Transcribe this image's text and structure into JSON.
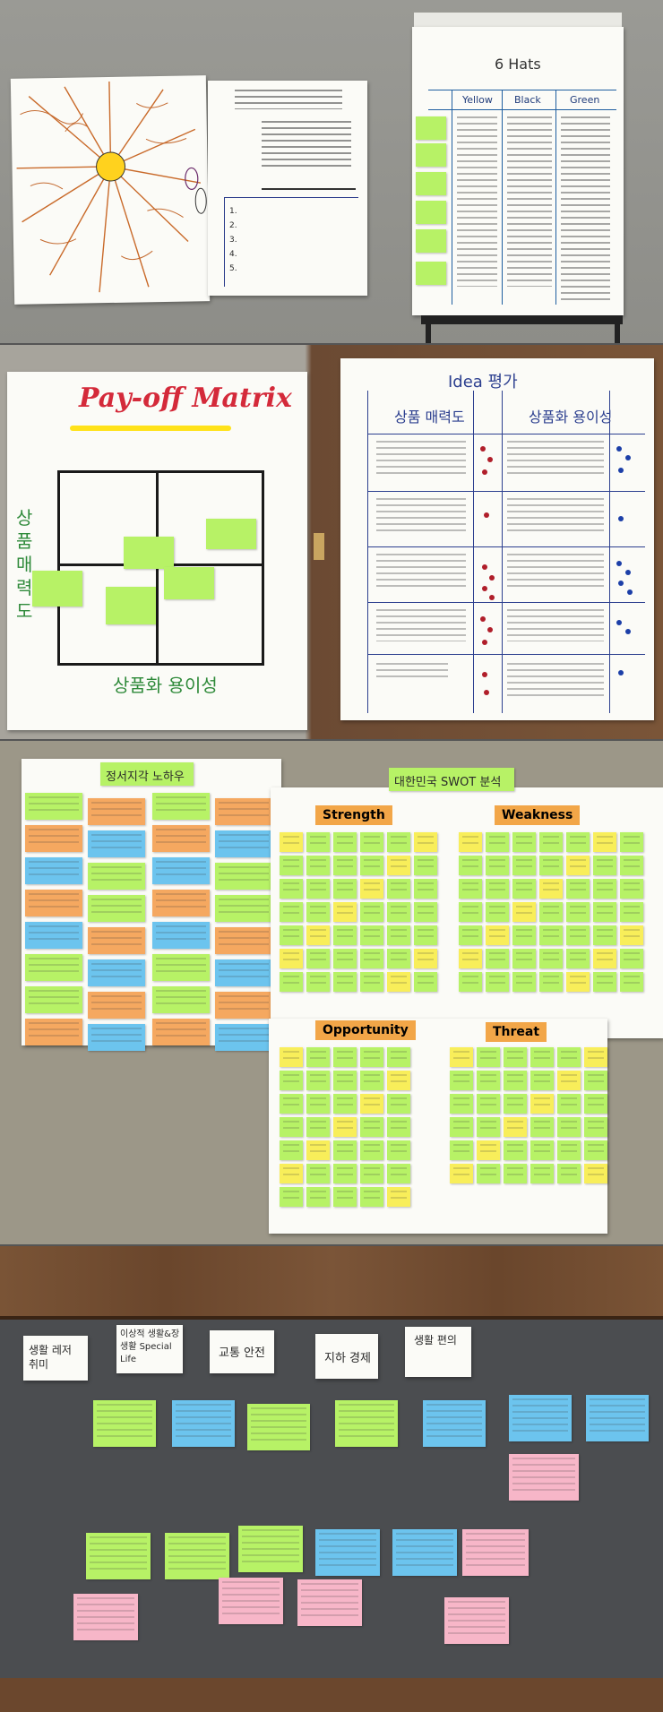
{
  "panel1": {
    "six_hats_title": "6 Hats",
    "hat_columns": [
      "Yellow",
      "Black",
      "Green"
    ]
  },
  "panel2": {
    "payoff_title": "Pay-off Matrix",
    "axis_y": "상품 매력도",
    "axis_x": "상품화 용이성",
    "idea_title": "Idea 평가",
    "idea_col1": "상품 매력도",
    "idea_col2": "상품화 용이성"
  },
  "panel3": {
    "left_title": "정서지각 노하우",
    "swot_title": "대한민국 SWOT 분석",
    "quadrants": [
      "Strength",
      "Weakness",
      "Opportunity",
      "Threat"
    ]
  },
  "panel4": {
    "headers": [
      "생활 레저 취미",
      "이상적 생활&장 생활 Special Life",
      "교통 안전",
      "지하 경제",
      "생활 편의"
    ]
  },
  "colors": {
    "sticky_green": "#b7f266",
    "sticky_yellow": "#f8ee5a",
    "sticky_orange": "#f5a860",
    "sticky_blue": "#6cc4ee",
    "sticky_pink": "#f7b6c8",
    "swot_header": "#f2a648",
    "felt": "#4b4d50"
  }
}
